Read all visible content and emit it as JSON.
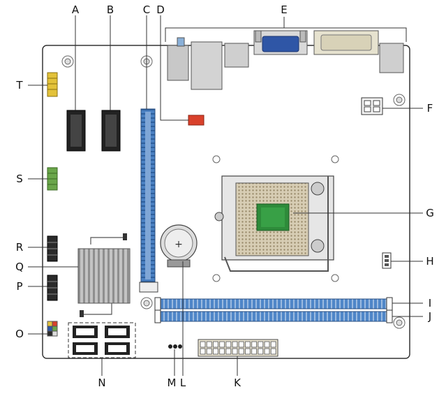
{
  "labels": {
    "A": "A",
    "B": "B",
    "C": "C",
    "D": "D",
    "E": "E",
    "F": "F",
    "G": "G",
    "H": "H",
    "I": "I",
    "J": "J",
    "K": "K",
    "L": "L",
    "M": "M",
    "N": "N",
    "O": "O",
    "P": "P",
    "Q": "Q",
    "R": "R",
    "S": "S",
    "T": "T"
  },
  "colors": {
    "board_outline": "#333333",
    "leader_line": "#333333",
    "slot_blue": "#3a6fb0",
    "slot_blue_light": "#7fa6d6",
    "vga_blue": "#2f56a6",
    "header_yellow": "#e3c23a",
    "header_green": "#6aa64a",
    "fan_red": "#d9412b",
    "cpu_green": "#2e8b3a",
    "cpu_pins": "#b9aa8a",
    "heatsink": "#b8b8b8",
    "connector_grey": "#c9c9c9",
    "connector_dark": "#222222"
  }
}
